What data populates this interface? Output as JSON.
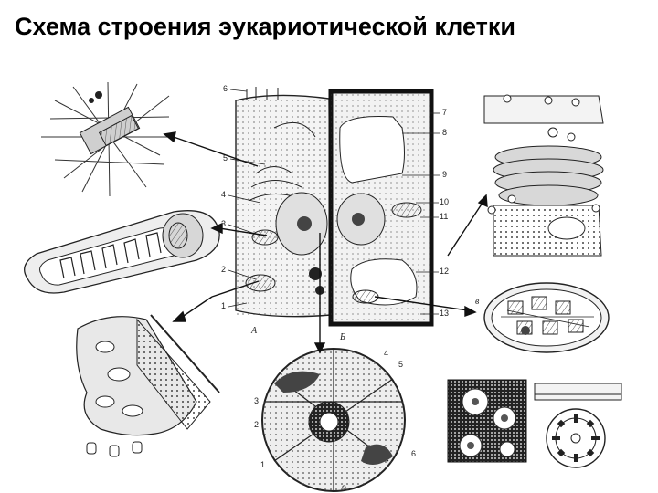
{
  "title": "Схема строения эукариотической клетки",
  "panel_labels": {
    "a": "А",
    "b": "Б",
    "v": "в"
  },
  "cell_labels": [
    "6",
    "5",
    "4",
    "3",
    "2",
    "1",
    "7",
    "8",
    "9",
    "10",
    "11",
    "12",
    "13"
  ],
  "nucleus_labels": [
    "4",
    "5",
    "3",
    "2",
    "1",
    "6",
    "9"
  ],
  "colors": {
    "line": "#222222",
    "fill": "#d9d9d9",
    "dark": "#333333",
    "background": "#ffffff"
  }
}
